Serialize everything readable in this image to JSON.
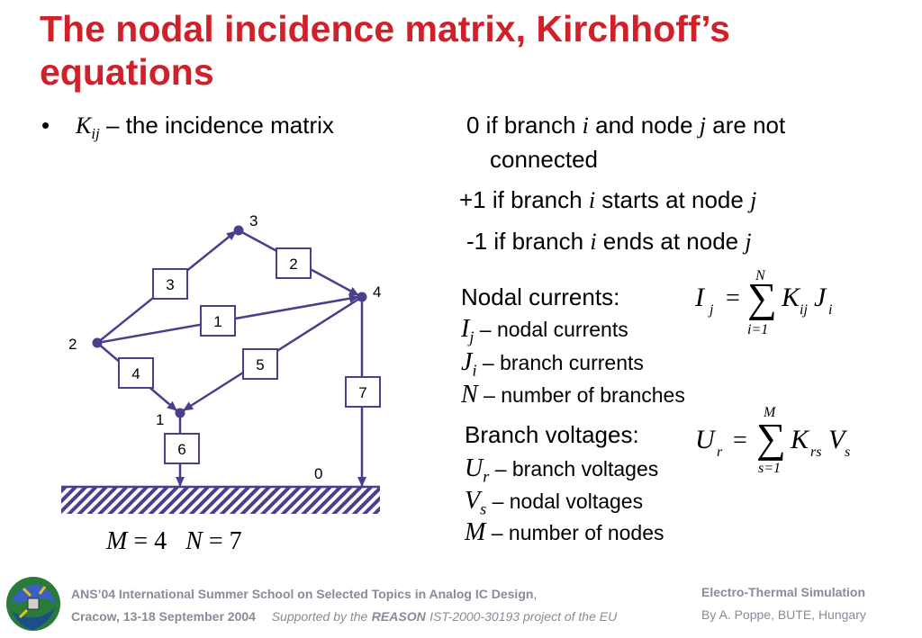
{
  "title": "The nodal incidence matrix, Kirchhoff’s equations",
  "bullet": {
    "marker": "•",
    "symbol": "K",
    "symbol_sub": "ij",
    "text": "– the incidence matrix"
  },
  "definitions": {
    "def0": {
      "pre": "0 if branch",
      "v1": "i",
      "mid": "and node",
      "v2": "j",
      "post": "are not",
      "line2": "connected"
    },
    "def1": {
      "pre": "+1 if branch",
      "v1": "i",
      "mid": "starts at node",
      "v2": "j"
    },
    "def2": {
      "pre": "-1 if branch",
      "v1": "i",
      "mid": "ends at node",
      "v2": "j"
    }
  },
  "nodal": {
    "heading": "Nodal currents:",
    "items": [
      {
        "sym": "I",
        "sub": "j",
        "desc": "– nodal currents"
      },
      {
        "sym": "J",
        "sub": "i",
        "desc": "– branch currents"
      },
      {
        "sym": "N",
        "sub": "",
        "desc": "– number of branches"
      }
    ],
    "formula": {
      "lhs": "I",
      "lhs_sub": "j",
      "eq": "=",
      "sum": "∑",
      "upper": "N",
      "lower": "i=1",
      "k": "K",
      "k_sub": "ij",
      "x": "J",
      "x_sub": "i"
    }
  },
  "branch": {
    "heading": "Branch voltages:",
    "items": [
      {
        "sym": "U",
        "sub": "r",
        "desc": "– branch voltages"
      },
      {
        "sym": "V",
        "sub": "s",
        "desc": "– nodal voltages"
      },
      {
        "sym": "M",
        "sub": "",
        "desc": "– number of nodes"
      }
    ],
    "formula": {
      "lhs": "U",
      "lhs_sub": "r",
      "eq": "=",
      "sum": "∑",
      "upper": "M",
      "lower": "s=1",
      "k": "K",
      "k_sub": "rs",
      "x": "V",
      "x_sub": "s"
    }
  },
  "graph": {
    "nodes": [
      "3",
      "4",
      "2",
      "1",
      "0"
    ],
    "branches": [
      "3",
      "2",
      "1",
      "4",
      "5",
      "7",
      "6"
    ],
    "caption": {
      "m": "M",
      "m_eq": "= 4",
      "n": "N",
      "n_eq": "= 7"
    }
  },
  "footer": {
    "school": "ANS’04 International Summer School on Selected Topics in Analog IC Design",
    "comma": ",",
    "place": "Cracow, 13-18 September 2004",
    "supported_pre": "Supported by the",
    "reason": "REASON",
    "supported_post": "IST-2000-30193 project of the EU",
    "topic": "Electro-Thermal Simulation",
    "author": "By A. Poppe, BUTE, Hungary"
  },
  "colors": {
    "title": "#d0202a",
    "graph": "#4b3f8c",
    "footer": "#8a8a99"
  }
}
